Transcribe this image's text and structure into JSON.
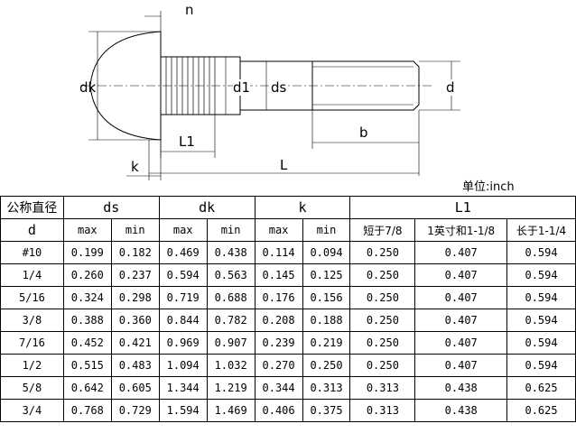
{
  "drawing": {
    "labels": {
      "n": "n",
      "dk": "dk",
      "d1": "d1",
      "ds": "ds",
      "d": "d",
      "L1": "L1",
      "b": "b",
      "k": "k",
      "L": "L"
    },
    "unit": "单位:inch"
  },
  "table": {
    "header": {
      "d_top": "公称直径",
      "d_bottom": "d",
      "ds": "ds",
      "dk": "dk",
      "k": "k",
      "L1": "L1",
      "sub": [
        "max",
        "min",
        "max",
        "min",
        "max",
        "min",
        "短于7/8",
        "1英寸和1-1/8",
        "长于1-1/4"
      ]
    },
    "rows": [
      [
        "#10",
        "0.199",
        "0.182",
        "0.469",
        "0.438",
        "0.114",
        "0.094",
        "0.250",
        "0.407",
        "0.594"
      ],
      [
        "1/4",
        "0.260",
        "0.237",
        "0.594",
        "0.563",
        "0.145",
        "0.125",
        "0.250",
        "0.407",
        "0.594"
      ],
      [
        "5/16",
        "0.324",
        "0.298",
        "0.719",
        "0.688",
        "0.176",
        "0.156",
        "0.250",
        "0.407",
        "0.594"
      ],
      [
        "3/8",
        "0.388",
        "0.360",
        "0.844",
        "0.782",
        "0.208",
        "0.188",
        "0.250",
        "0.407",
        "0.594"
      ],
      [
        "7/16",
        "0.452",
        "0.421",
        "0.969",
        "0.907",
        "0.239",
        "0.219",
        "0.250",
        "0.407",
        "0.594"
      ],
      [
        "1/2",
        "0.515",
        "0.483",
        "1.094",
        "1.032",
        "0.270",
        "0.250",
        "0.250",
        "0.407",
        "0.594"
      ],
      [
        "5/8",
        "0.642",
        "0.605",
        "1.344",
        "1.219",
        "0.344",
        "0.313",
        "0.313",
        "0.438",
        "0.625"
      ],
      [
        "3/4",
        "0.768",
        "0.729",
        "1.594",
        "1.469",
        "0.406",
        "0.375",
        "0.313",
        "0.438",
        "0.625"
      ]
    ]
  }
}
